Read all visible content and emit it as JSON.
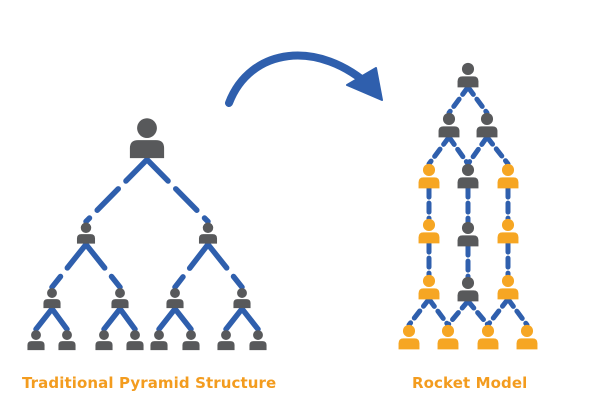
{
  "captions": {
    "pyramid": "Traditional Pyramid Structure",
    "rocket": "Rocket Model"
  },
  "colors": {
    "person_gray": "#58595b",
    "person_orange": "#f6a623",
    "connector_blue": "#2f5fad",
    "caption_orange": "#f39c1f",
    "background": "#ffffff"
  },
  "icons": {
    "person": "person-icon",
    "transition": "curved-arrow-icon"
  },
  "diagrams": {
    "pyramid": {
      "people": [
        {
          "id": "top",
          "color": "gray"
        },
        {
          "id": "l",
          "color": "gray"
        },
        {
          "id": "r",
          "color": "gray"
        },
        {
          "id": "ll",
          "color": "gray"
        },
        {
          "id": "lr",
          "color": "gray"
        },
        {
          "id": "rl",
          "color": "gray"
        },
        {
          "id": "rr",
          "color": "gray"
        },
        {
          "id": "ll1",
          "color": "gray"
        },
        {
          "id": "ll2",
          "color": "gray"
        },
        {
          "id": "lr1",
          "color": "gray"
        },
        {
          "id": "lr2",
          "color": "gray"
        },
        {
          "id": "rl1",
          "color": "gray"
        },
        {
          "id": "rl2",
          "color": "gray"
        },
        {
          "id": "rr1",
          "color": "gray"
        },
        {
          "id": "rr2",
          "color": "gray"
        }
      ],
      "links": [
        [
          "top",
          "l"
        ],
        [
          "top",
          "r"
        ],
        [
          "l",
          "ll"
        ],
        [
          "l",
          "lr"
        ],
        [
          "r",
          "rl"
        ],
        [
          "r",
          "rr"
        ],
        [
          "ll",
          "ll1"
        ],
        [
          "ll",
          "ll2"
        ],
        [
          "lr",
          "lr1"
        ],
        [
          "lr",
          "lr2"
        ],
        [
          "rl",
          "rl1"
        ],
        [
          "rl",
          "rl2"
        ],
        [
          "rr",
          "rr1"
        ],
        [
          "rr",
          "rr2"
        ]
      ]
    },
    "rocket": {
      "people": [
        {
          "id": "top",
          "color": "gray"
        },
        {
          "id": "a1",
          "color": "gray"
        },
        {
          "id": "a2",
          "color": "gray"
        },
        {
          "id": "m1",
          "color": "gray"
        },
        {
          "id": "m2",
          "color": "gray"
        },
        {
          "id": "m3",
          "color": "gray"
        },
        {
          "id": "o1l",
          "color": "orange"
        },
        {
          "id": "o1r",
          "color": "orange"
        },
        {
          "id": "o2l",
          "color": "orange"
        },
        {
          "id": "o2r",
          "color": "orange"
        },
        {
          "id": "o3l",
          "color": "orange"
        },
        {
          "id": "o3r",
          "color": "orange"
        },
        {
          "id": "b1",
          "color": "orange"
        },
        {
          "id": "b2",
          "color": "orange"
        },
        {
          "id": "b3",
          "color": "orange"
        },
        {
          "id": "b4",
          "color": "orange"
        }
      ],
      "links": [
        [
          "top",
          "a1"
        ],
        [
          "top",
          "a2"
        ],
        [
          "a1",
          "o1l"
        ],
        [
          "a1",
          "m1"
        ],
        [
          "a2",
          "m1"
        ],
        [
          "a2",
          "o1r"
        ],
        [
          "o1l",
          "o2l"
        ],
        [
          "m1",
          "m2"
        ],
        [
          "o1r",
          "o2r"
        ],
        [
          "o2l",
          "o3l"
        ],
        [
          "m2",
          "m3"
        ],
        [
          "o2r",
          "o3r"
        ],
        [
          "o3l",
          "b1"
        ],
        [
          "o3l",
          "b2"
        ],
        [
          "m3",
          "b2"
        ],
        [
          "m3",
          "b3"
        ],
        [
          "o3r",
          "b3"
        ],
        [
          "o3r",
          "b4"
        ]
      ]
    }
  }
}
